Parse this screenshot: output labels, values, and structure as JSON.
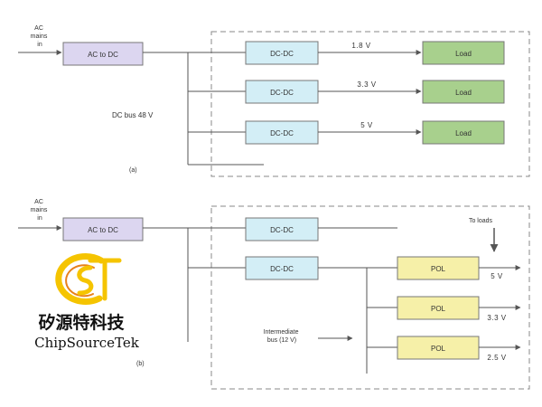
{
  "colors": {
    "ac_dc_fill": "#dcd6f0",
    "dcdc_fill": "#d3eef6",
    "load_fill": "#a8d08d",
    "pol_fill": "#f6f0a8",
    "line": "#555555",
    "dash": "#888888",
    "logo_yellow": "#f5c400",
    "logo_orange": "#e8811a"
  },
  "diagram_a": {
    "ac_label": "AC\nmains\nin",
    "ac_dc_label": "AC to DC",
    "bus_label": "DC bus 48 V",
    "caption": "(a)",
    "branches": [
      {
        "converter": "DC-DC",
        "voltage": "1.8 V",
        "load": "Load"
      },
      {
        "converter": "DC-DC",
        "voltage": "3.3 V",
        "load": "Load"
      },
      {
        "converter": "DC-DC",
        "voltage": "5 V",
        "load": "Load"
      }
    ]
  },
  "diagram_b": {
    "ac_label": "AC\nmains\nin",
    "ac_dc_label": "AC to DC",
    "converters": [
      "DC-DC",
      "DC-DC"
    ],
    "to_loads_label": "To loads",
    "intermediate_bus_label": "Intermediate\nbus (12 V)",
    "caption": "(b)",
    "pols": [
      {
        "label": "POL",
        "voltage": "5 V"
      },
      {
        "label": "POL",
        "voltage": "3.3 V"
      },
      {
        "label": "POL",
        "voltage": "2.5 V"
      }
    ]
  },
  "watermark": {
    "chinese": "矽源特科技",
    "english": "ChipSourceTek"
  }
}
